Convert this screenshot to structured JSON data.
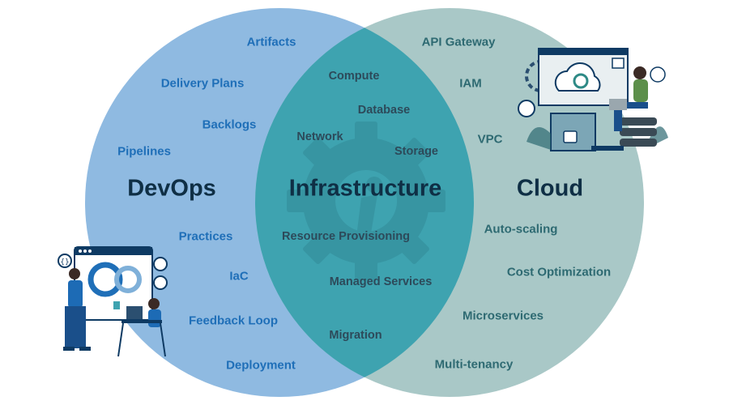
{
  "colors": {
    "devops_fill": "#8fbae1",
    "cloud_fill": "#a9c8c7",
    "overlap_fill": "#3ea3b0",
    "devops_text": "#1f6fb8",
    "cloud_text": "#2e6a72",
    "overlap_text": "#2d4a5a",
    "heading_text": "#0f2f45"
  },
  "circles": {
    "devops": {
      "title": "DevOps",
      "terms": [
        "Artifacts",
        "Delivery Plans",
        "Backlogs",
        "Pipelines",
        "Practices",
        "IaC",
        "Feedback Loop",
        "Deployment"
      ]
    },
    "infrastructure": {
      "title": "Infrastructure",
      "terms": [
        "Compute",
        "Database",
        "Network",
        "Storage",
        "Resource Provisioning",
        "Managed Services",
        "Migration"
      ]
    },
    "cloud": {
      "title": "Cloud",
      "terms": [
        "API Gateway",
        "IAM",
        "VPC",
        "Auto-scaling",
        "Cost Optimization",
        "Microservices",
        "Multi-tenancy"
      ]
    }
  },
  "illustrations": {
    "left": "devops-team-illustration",
    "right": "cloud-engineer-illustration",
    "center": "gear-icon"
  }
}
